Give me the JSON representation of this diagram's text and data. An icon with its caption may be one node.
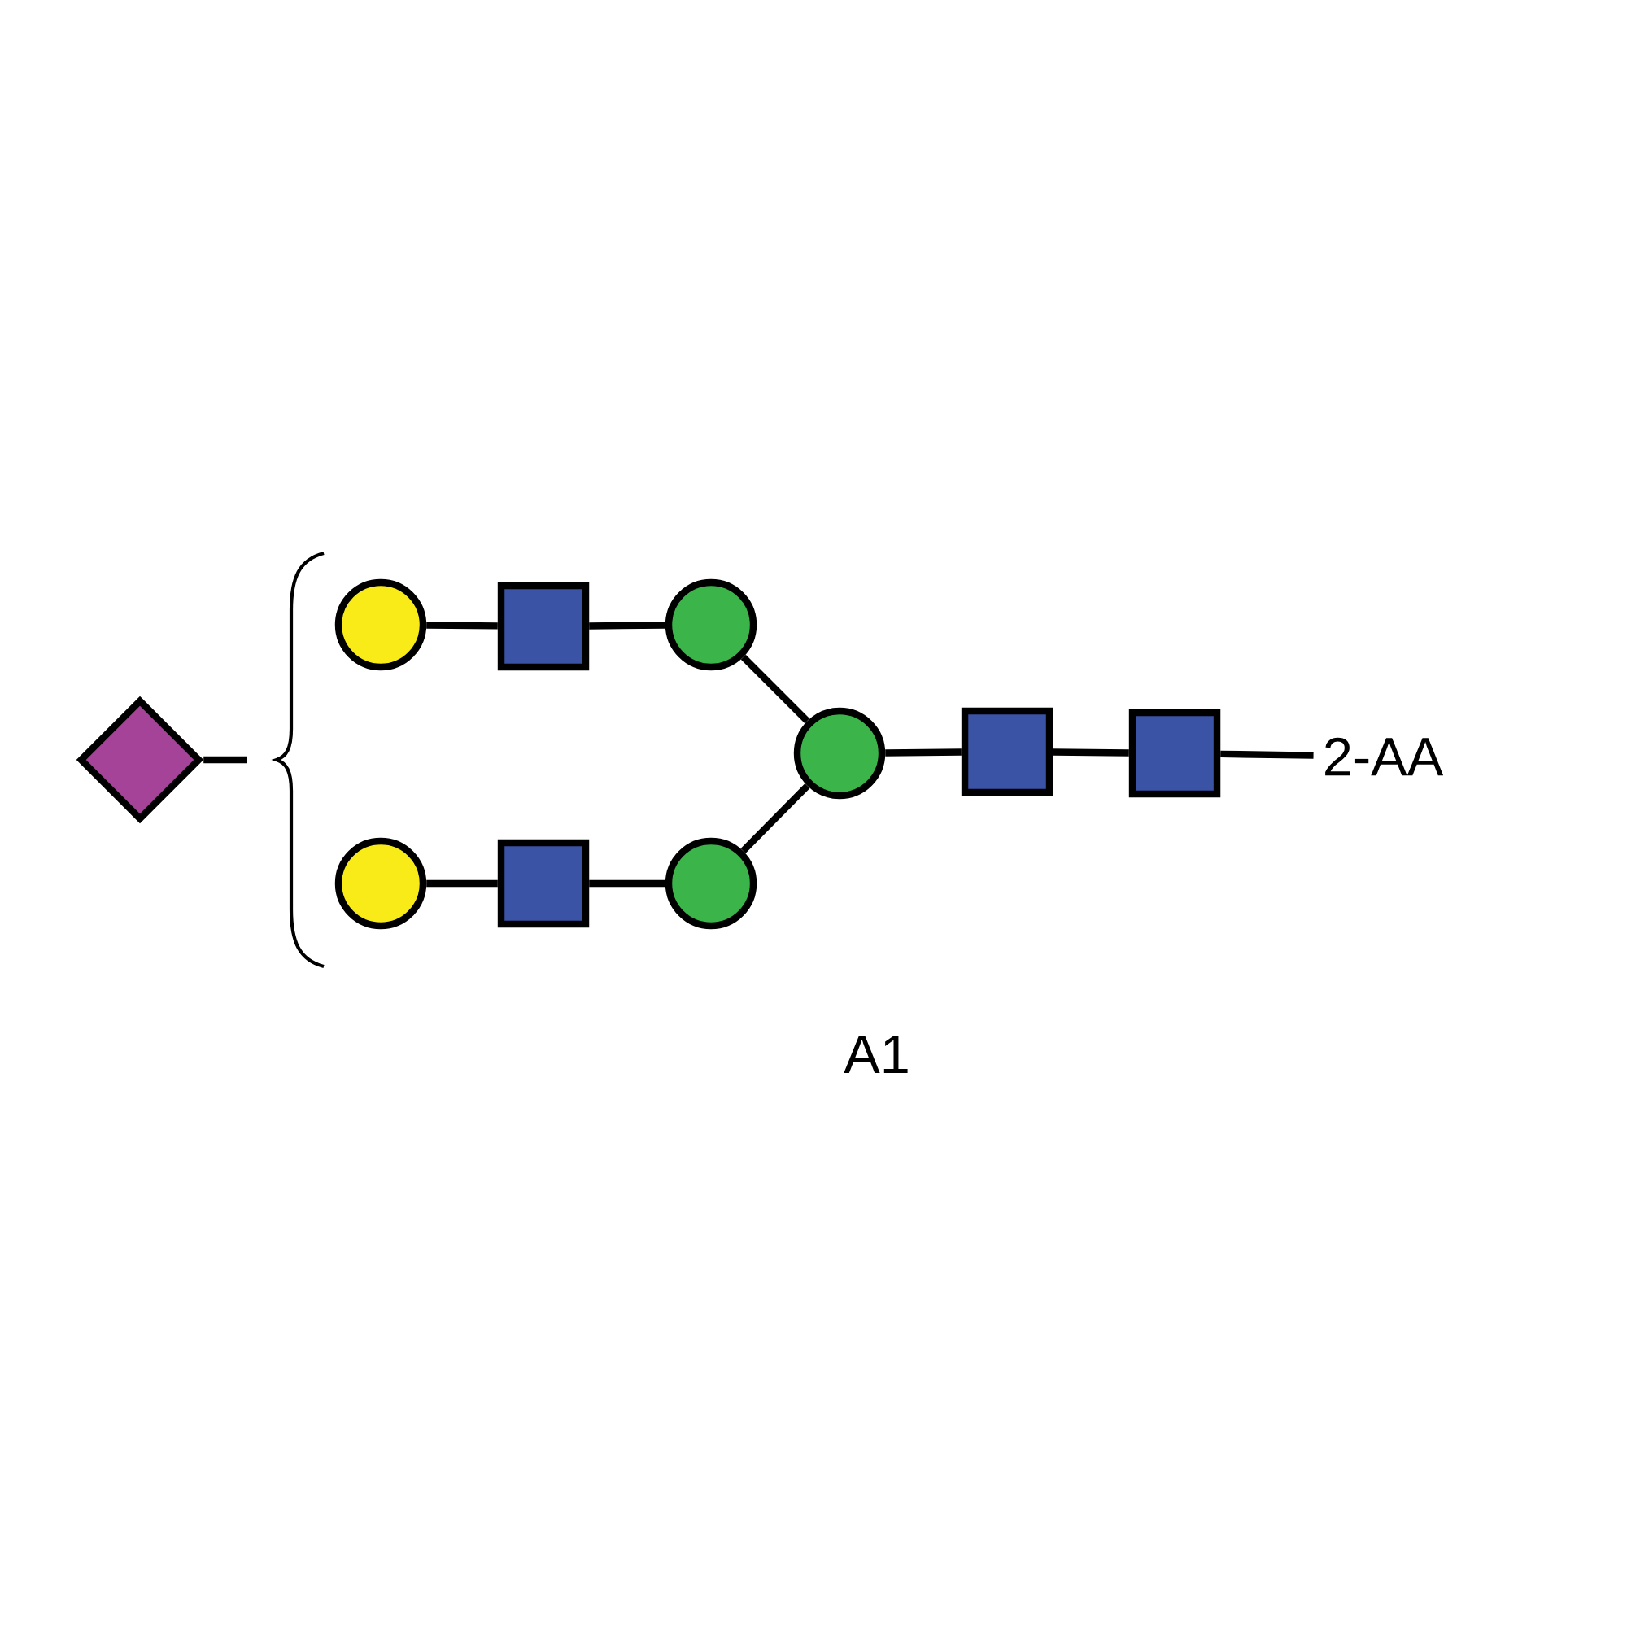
{
  "diagram": {
    "nodes": [
      {
        "text": [],
        "shape": "diamond"
      },
      {
        "text": [],
        "shape": "circle"
      },
      {
        "text": [],
        "shape": "box"
      },
      {
        "text": [],
        "shape": "circle"
      },
      {
        "text": [],
        "shape": "circle"
      },
      {
        "text": [],
        "shape": "box"
      },
      {
        "text": [],
        "shape": "circle"
      },
      {
        "text": [],
        "shape": "circle"
      },
      {
        "text": [],
        "shape": "box"
      },
      {
        "text": [],
        "shape": "box"
      },
      {
        "text": [
          "2-AA"
        ]
      }
    ],
    "edges": [
      {
        "from": 0,
        "to": null,
        "arrow": "none"
      },
      {
        "from": 1,
        "to": 2,
        "arrow": "none"
      },
      {
        "from": 2,
        "to": 3,
        "arrow": "none"
      },
      {
        "from": 3,
        "to": 7,
        "arrow": "none"
      },
      {
        "from": 4,
        "to": 5,
        "arrow": "none"
      },
      {
        "from": 5,
        "to": 6,
        "arrow": "none"
      },
      {
        "from": 6,
        "to": 7,
        "arrow": "none"
      },
      {
        "from": 7,
        "to": 8,
        "arrow": "none"
      },
      {
        "from": 8,
        "to": 9,
        "arrow": "none"
      },
      {
        "from": 9,
        "to": 10,
        "arrow": "none"
      }
    ],
    "labels": [
      "A1"
    ]
  }
}
